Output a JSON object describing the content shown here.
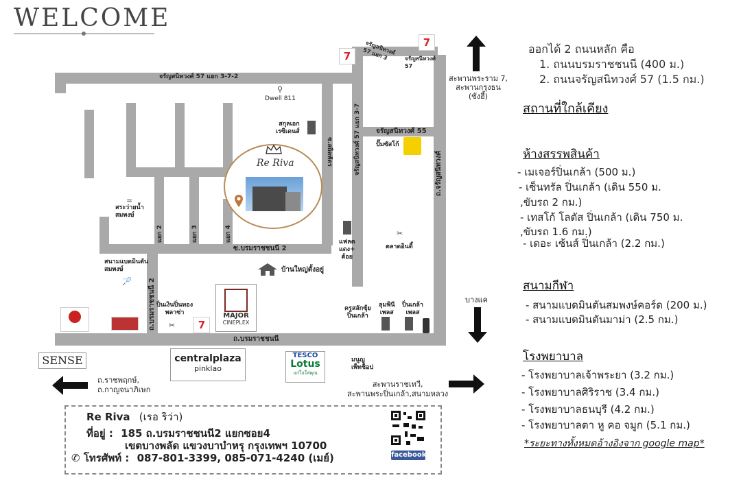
{
  "header": {
    "title": "WELCOME"
  },
  "map": {
    "roads": {
      "top_road": "จรัญสนิทวงศ์ 57 แยก 3-7-2",
      "soi57_3": "จรัญสนิทวงศ์\n57 แยก 3",
      "soi57_top": "จรัญสนิทวงศ์\n57",
      "soi57_37": "จรัญสนิทวงศ์ 57 แยก 3-7",
      "soi_satitpat": "ซ.สถิตพัตร",
      "charan55": "จรัญสนิทวงศ์ 55",
      "charan_main": "ถ.จรัญสนิทวงศ์",
      "soi2": "แยก 2",
      "soi3": "แยก 3",
      "soi4": "แยก 4",
      "borom2_soi": "ซ.บรมราชชนนี 2",
      "borom2_road": "ถ.บรมราชชนนี 2",
      "borom_main": "ถ.บรมราชชนนี"
    },
    "places": {
      "dwell": "Dwell 811",
      "school": "สกุลเอก\nเรซิเดนส์",
      "petrol": "ปั๊มซัสโก้",
      "pool": "สระว่ายน้ำ\nสมพงษ์",
      "badminton": "สนามแบดมินตัน\nสมพงษ์",
      "flats": "แฟลต\nแดง+\nต้อย",
      "market": "ตลาดอินดี้",
      "house": "บ้านใหญ่ตั้งอยู่",
      "pinklao_market": "ปิ่นเงินปิ่นทอง\nพลาซ่า",
      "police": "ครูสลักซุ้ย\nปิ่นเกล้า",
      "lumpini": "ลุมพินี\nเพลส",
      "pinklao_place": "ปิ่นเกล้า\nเพลส",
      "mooping": "มนูญ\nเพ็ทช็อป",
      "rsense": "SENSE",
      "central": "centralplaza",
      "central_sub": "pinklao",
      "tesco": "TESCO",
      "lotus": "Lotus",
      "lotus_sub": "แก่ใจใส่คุณ",
      "major": "MAJOR",
      "major_sub": "CINEPLEX",
      "seven": "7"
    },
    "re_riva_logo": "Re Riva",
    "directions": {
      "north": "สะพานพระราม 7,\nสะพานกรุงธน\n(ซังฮี้)",
      "south": "บางแค",
      "west": "ถ.ราชพฤกษ์,\nถ.กาญจนาภิเษก",
      "east": "สะพานราชเทวี,\nสะพานพระปิ่นเกล้า,สนามหลวง"
    }
  },
  "info_panel": {
    "exits_title": "ออกได้ 2 ถนนหลัก คือ",
    "exit_1": "1. ถนนบรมราชชนนี (400 ม.)",
    "exit_2": "2. ถนนจรัญสนิทวงศ์ 57 (1.5 กม.)",
    "nearby_title": "สถานที่ใกล้เคียง",
    "malls_title": "ห้างสรรพสินค้า",
    "malls": [
      "- เมเจอร์ปิ่นเกล้า (500 ม.)",
      "- เซ็นทรัล ปิ่นเกล้า (เดิน 550 ม.",
      ",ขับรถ 2 กม.)",
      "- เทสโก้ โลตัส ปิ่นเกล้า (เดิน 750 ม.",
      ",ขับรถ 1.6 กม.)",
      "- เดอะ เซ้นส์ ปิ่นเกล้า (2.2 กม.)"
    ],
    "sports_title": "สนามกีฬา",
    "sports": [
      "- สนามแบดมินตันสมพงษ์คอร์ด (200 ม.)",
      "- สนามแบดมินตันมาม่า (2.5 กม.)"
    ],
    "hospitals_title": "โรงพยาบาล",
    "hospitals": [
      "- โรงพยาบาลเจ้าพระยา (3.2 กม.)",
      "- โรงพยาบาลศิริราช (3.4 กม.)",
      "- โรงพยาบาลธนบุรี (4.2 กม.)",
      "- โรงพยาบาลตา หู คอ จมูก (5.1 กม.)"
    ],
    "footnote": "*ระยะทางทั้งหมดอ้างอิงจาก google map*"
  },
  "contact": {
    "name": "Re Riva",
    "name_thai": "(เรอ ริว่า)",
    "address_label": "ที่อยู่ :",
    "address_1": "185 ถ.บรมราชชนนี2 แยกซอย4",
    "address_2": "เขตบางพลัด แขวงบาบำหรุ กรุงเทพฯ 10700",
    "phone_label": "โทรศัพท์ :",
    "phone": "087-801-3399, 085-071-4240 (เมย์)",
    "facebook": "facebook"
  }
}
